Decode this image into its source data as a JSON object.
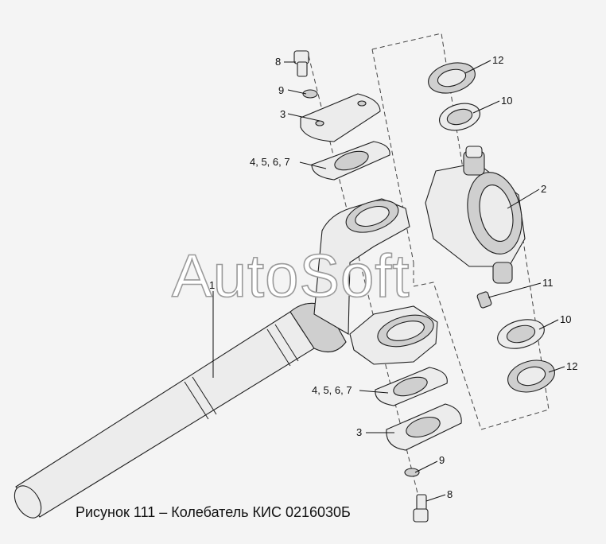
{
  "figure": {
    "caption": "Рисунок 111 – Колебатель КИС 0216030Б",
    "watermark": "AutoSoft"
  },
  "callouts": [
    {
      "id": "c8-top",
      "text": "8"
    },
    {
      "id": "c9-top",
      "text": "9"
    },
    {
      "id": "c3-top",
      "text": "3"
    },
    {
      "id": "c4567-top",
      "text": "4, 5, 6, 7"
    },
    {
      "id": "c12-top",
      "text": "12"
    },
    {
      "id": "c10-top",
      "text": "10"
    },
    {
      "id": "c2",
      "text": "2"
    },
    {
      "id": "c1",
      "text": "1"
    },
    {
      "id": "c11",
      "text": "11"
    },
    {
      "id": "c10-bottom",
      "text": "10"
    },
    {
      "id": "c12-bottom",
      "text": "12"
    },
    {
      "id": "c4567-bottom",
      "text": "4, 5, 6, 7"
    },
    {
      "id": "c3-bottom",
      "text": "3"
    },
    {
      "id": "c9-bottom",
      "text": "9"
    },
    {
      "id": "c8-bottom",
      "text": "8"
    }
  ]
}
